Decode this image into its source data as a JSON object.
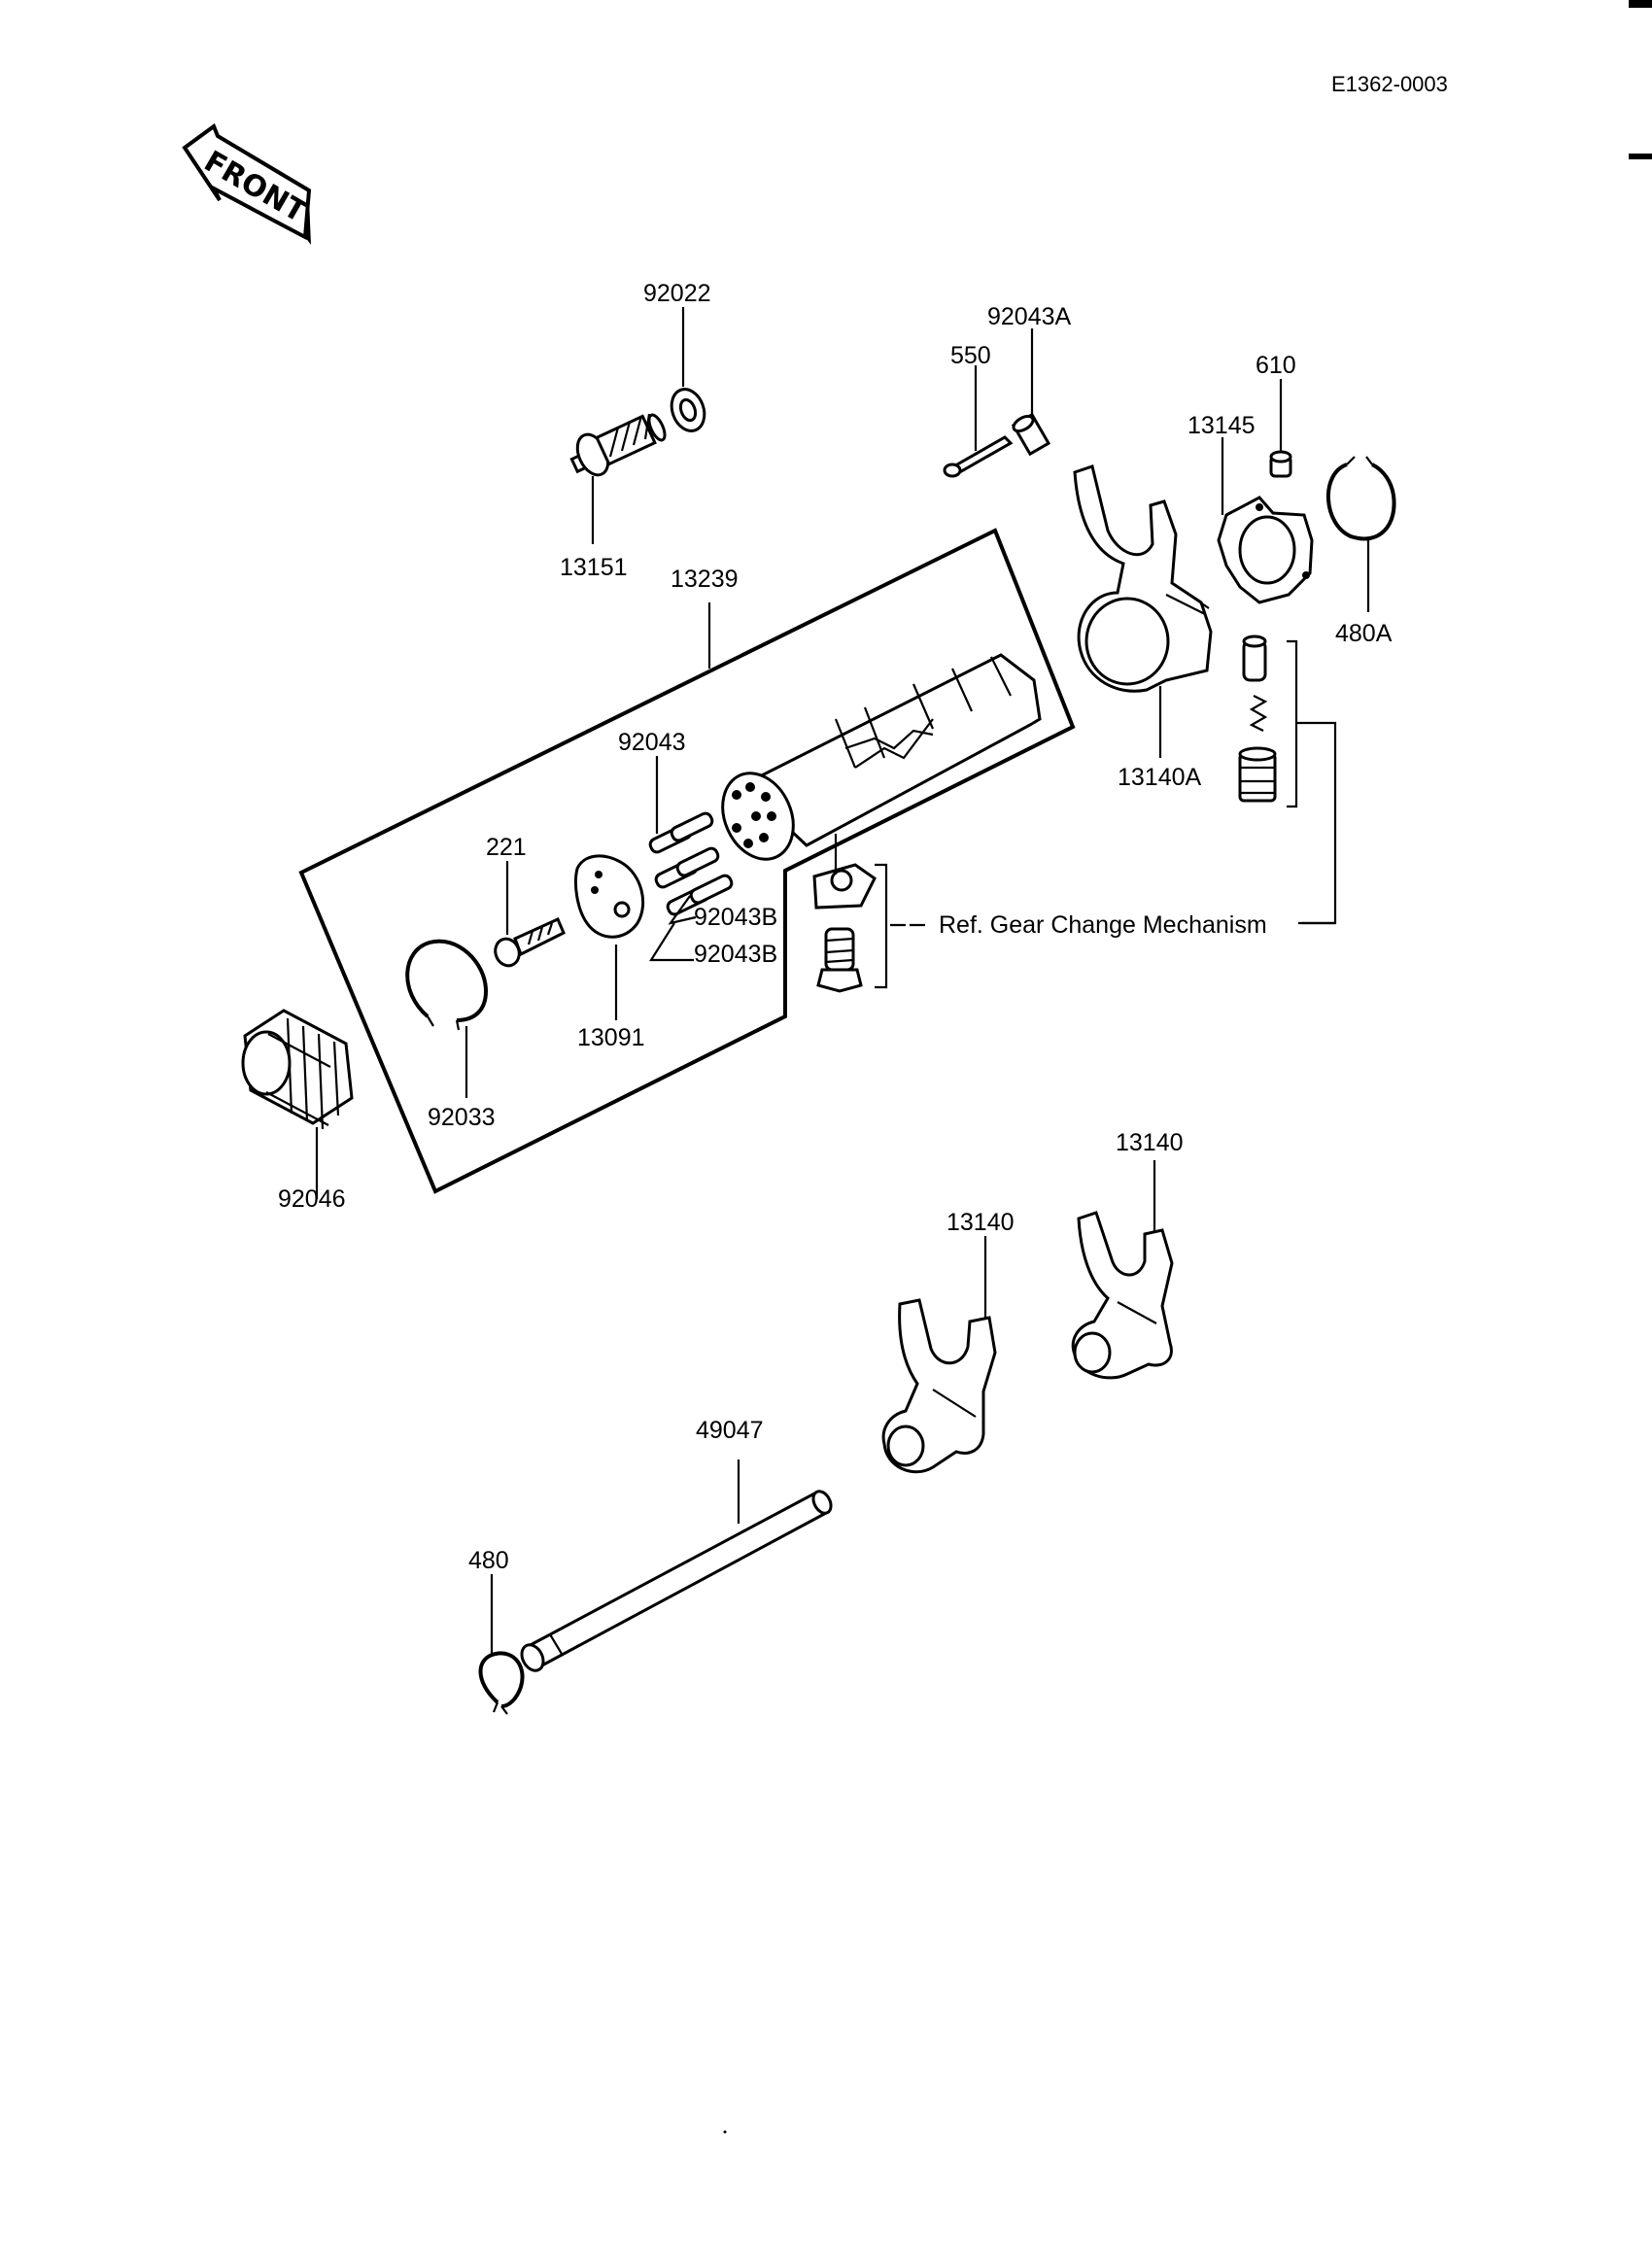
{
  "document_code": "E1362-0003",
  "front_label": "FRONT",
  "reference_text": "Ref.  Gear Change Mechanism",
  "part_labels": {
    "p92022": "92022",
    "p92043A": "92043A",
    "p550": "550",
    "p610": "610",
    "p13145": "13145",
    "p13151": "13151",
    "p13239": "13239",
    "p480A": "480A",
    "p92043": "92043",
    "p13140A": "13140A",
    "p221": "221",
    "p92043B_1": "92043B",
    "p92043B_2": "92043B",
    "p13091": "13091",
    "p92033": "92033",
    "p92046": "92046",
    "p13140_upper": "13140",
    "p13140_lower": "13140",
    "p49047": "49047",
    "p480": "480"
  }
}
